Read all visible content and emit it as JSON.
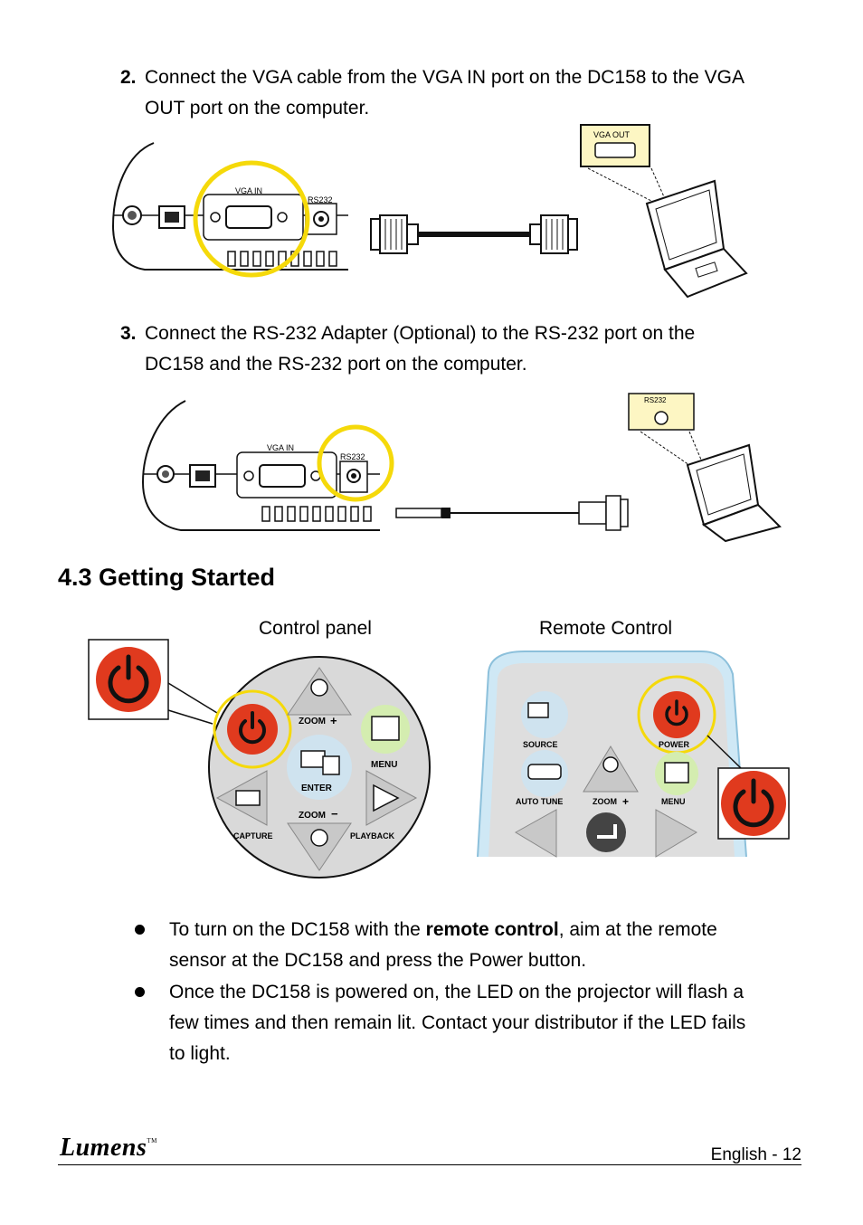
{
  "steps": [
    {
      "number": "2.",
      "line1": "Connect the VGA cable from the VGA IN port on the DC158 to the VGA",
      "line2": "OUT port on the computer."
    },
    {
      "number": "3.",
      "line1": "Connect the RS-232 Adapter (Optional) to the RS-232 port on the",
      "line2": "DC158 and the RS-232 port on the computer."
    }
  ],
  "diagram1": {
    "vga_in": "VGA IN",
    "rs232": "RS232",
    "vga_out": "VGA OUT"
  },
  "diagram2": {
    "vga_in": "VGA IN",
    "rs232": "RS232",
    "rs232_pc": "RS232"
  },
  "section_title": "4.3 Getting Started",
  "captions": {
    "control_panel": "Control panel",
    "remote_control": "Remote Control"
  },
  "panel_labels": {
    "zoom_plus": "ZOOM",
    "menu": "MENU",
    "enter": "ENTER",
    "zoom_minus": "ZOOM",
    "capture": "CAPTURE",
    "playback": "PLAYBACK"
  },
  "remote_labels": {
    "source": "SOURCE",
    "power": "POWER",
    "auto_tune": "AUTO TUNE",
    "zoom_plus": "ZOOM",
    "menu": "MENU"
  },
  "bullets": [
    {
      "before": "To turn on the DC158 with the ",
      "bold": "remote control",
      "after": ", aim at the remote",
      "line2": "sensor at the DC158 and press the Power button."
    },
    {
      "line1": "Once the DC158 is powered on, the LED on the projector will flash a",
      "line2": "few times and then remain lit. Contact your distributor if the LED fails",
      "line3": "to light."
    }
  ],
  "footer": {
    "brand": "Lumens",
    "trademark": "TM",
    "page": "English - 12"
  },
  "colors": {
    "power_red": "#e03a1e",
    "highlight_yellow": "#f5d90a",
    "menu_green": "#d4edb0",
    "enter_blue": "#cfe3ef"
  }
}
